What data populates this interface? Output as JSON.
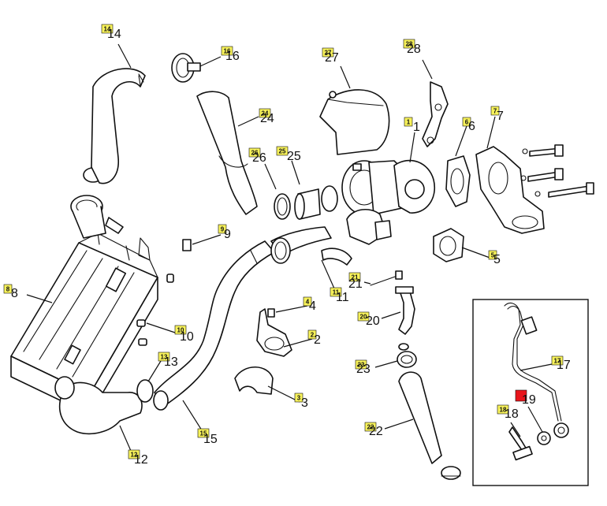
{
  "callouts": [
    {
      "id": "c1",
      "tag": "1",
      "number": "1"
    },
    {
      "id": "c2",
      "tag": "2",
      "number": "2"
    },
    {
      "id": "c3",
      "tag": "3",
      "number": "3"
    },
    {
      "id": "c4",
      "tag": "4",
      "number": "4"
    },
    {
      "id": "c5",
      "tag": "5",
      "number": "5"
    },
    {
      "id": "c6",
      "tag": "6",
      "number": "6"
    },
    {
      "id": "c7",
      "tag": "7",
      "number": "7"
    },
    {
      "id": "c8",
      "tag": "8",
      "number": "8"
    },
    {
      "id": "c9",
      "tag": "9",
      "number": "9"
    },
    {
      "id": "c10",
      "tag": "10",
      "number": "10"
    },
    {
      "id": "c11",
      "tag": "11",
      "number": "11"
    },
    {
      "id": "c12",
      "tag": "12",
      "number": "12"
    },
    {
      "id": "c13",
      "tag": "13",
      "number": "13"
    },
    {
      "id": "c14",
      "tag": "14",
      "number": "14"
    },
    {
      "id": "c15",
      "tag": "15",
      "number": "15"
    },
    {
      "id": "c16",
      "tag": "16",
      "number": "16"
    },
    {
      "id": "c17",
      "tag": "17",
      "number": "17"
    },
    {
      "id": "c18",
      "tag": "18",
      "number": "18"
    },
    {
      "id": "c19",
      "tag": "",
      "number": "19"
    },
    {
      "id": "c20",
      "tag": "20",
      "number": "20"
    },
    {
      "id": "c21",
      "tag": "21",
      "number": "21"
    },
    {
      "id": "c22",
      "tag": "22",
      "number": "22"
    },
    {
      "id": "c23",
      "tag": "23",
      "number": "23"
    },
    {
      "id": "c24",
      "tag": "24",
      "number": "24"
    },
    {
      "id": "c25",
      "tag": "25",
      "number": "25"
    },
    {
      "id": "c26",
      "tag": "26",
      "number": "26"
    },
    {
      "id": "c27",
      "tag": "27",
      "number": "27"
    },
    {
      "id": "c28",
      "tag": "28",
      "number": "28"
    }
  ],
  "colors": {
    "tag_fill": "#f7f25a",
    "tag_selected_fill": "#e8151b",
    "line": "#111111",
    "background": "#ffffff"
  },
  "selected_callout": "19"
}
